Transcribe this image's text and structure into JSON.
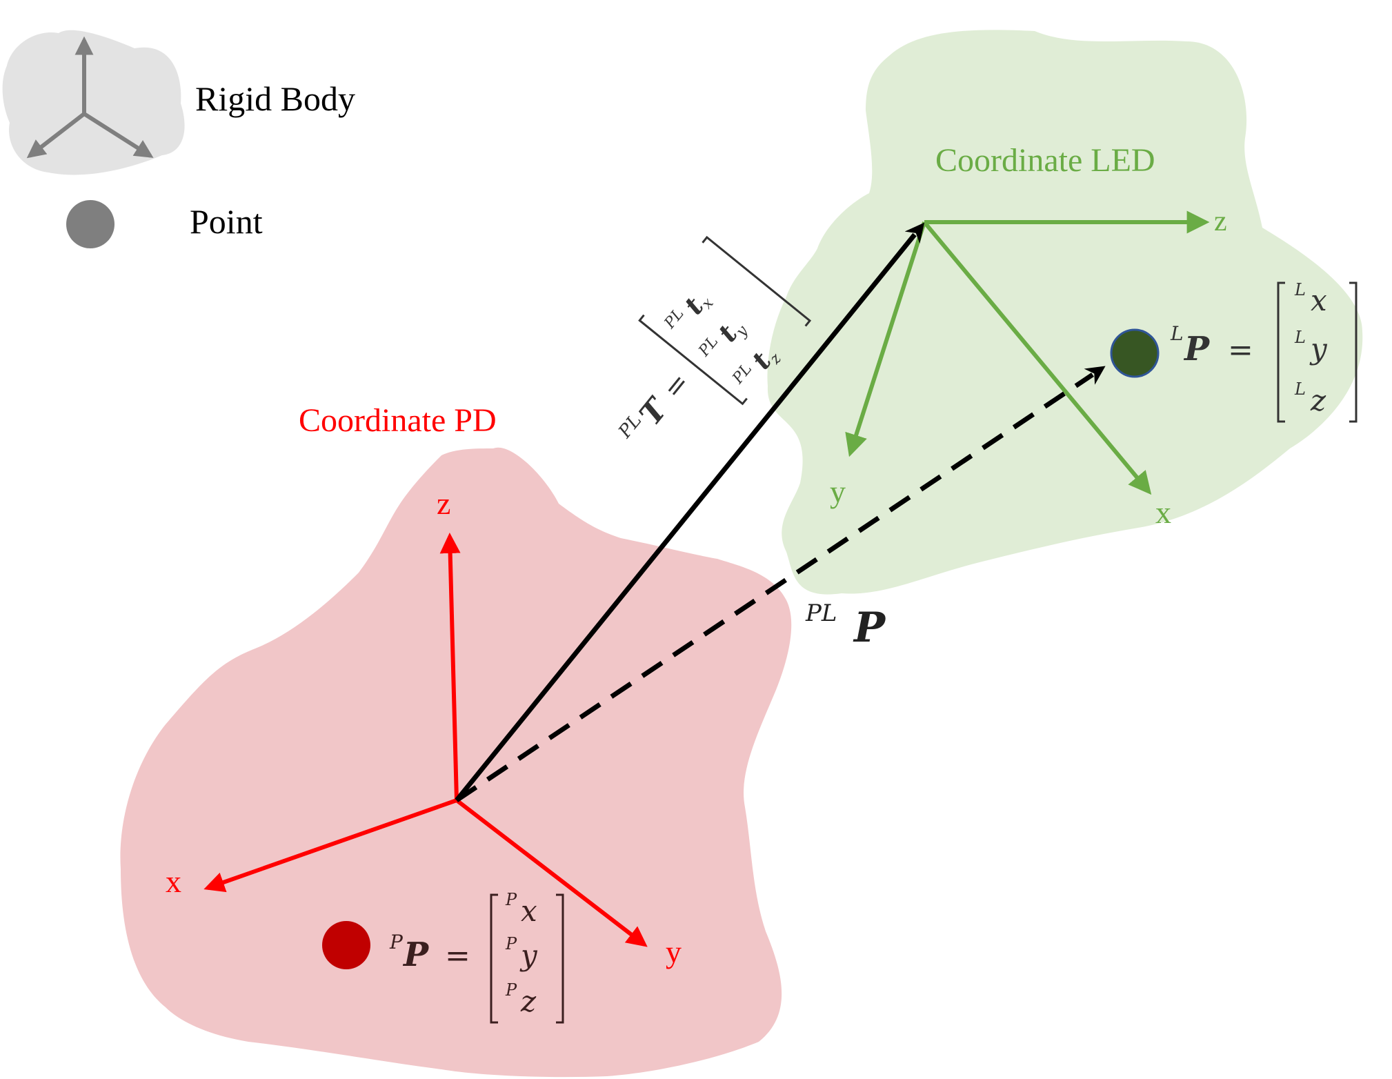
{
  "legend": {
    "rigid_body_label": "Rigid Body",
    "point_label": "Point"
  },
  "frames": {
    "pd": {
      "title": "Coordinate PD",
      "x": "x",
      "y": "y",
      "z": "z"
    },
    "led": {
      "title": "Coordinate LED",
      "x": "x",
      "y": "y",
      "z": "z"
    }
  },
  "equations": {
    "point_pd": {
      "super": "P",
      "symbol": "P",
      "equals": "=",
      "rows": [
        [
          "P",
          "x"
        ],
        [
          "P",
          "y"
        ],
        [
          "P",
          "z"
        ]
      ]
    },
    "point_led": {
      "super": "L",
      "symbol": "P",
      "equals": "=",
      "rows": [
        [
          "L",
          "x"
        ],
        [
          "L",
          "y"
        ],
        [
          "L",
          "z"
        ]
      ]
    },
    "translation": {
      "super": "PL",
      "symbol": "T",
      "equals": "=",
      "rows": [
        [
          "PL",
          "t",
          "x"
        ],
        [
          "PL",
          "t",
          "y"
        ],
        [
          "PL",
          "t",
          "z"
        ]
      ]
    },
    "relative_point": {
      "super": "PL",
      "symbol": "P"
    }
  },
  "colors": {
    "pd": "#ff0000",
    "pd_region": "#f1c6c8",
    "pd_point": "#c00000",
    "led": "#6aac45",
    "led_region": "#e0edd6",
    "led_point": "#375623",
    "legend_grey": "#7f7f7f",
    "legend_region": "#e3e3e3",
    "vector": "#000000"
  }
}
